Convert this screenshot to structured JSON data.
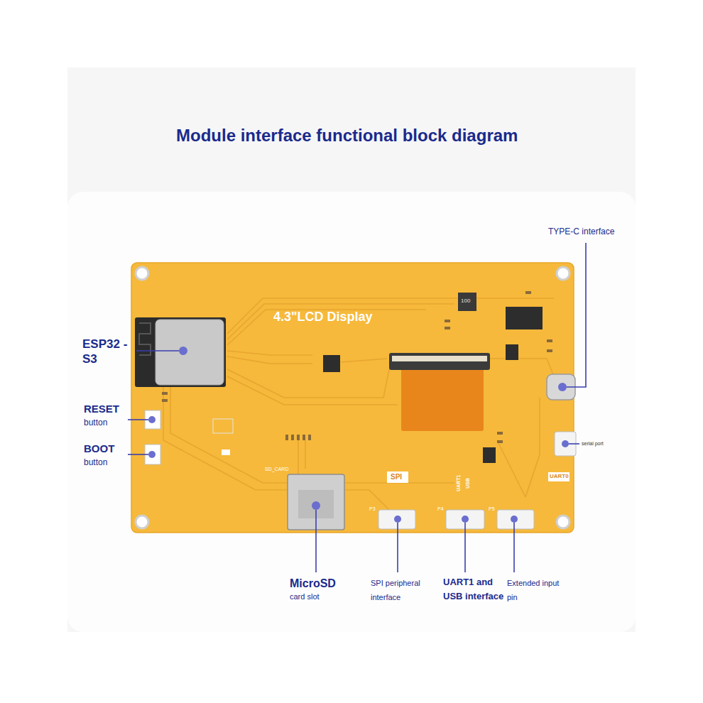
{
  "diagram": {
    "title": "Module interface functional block diagram",
    "labels": [
      "ESP32 -S3",
      "RESET",
      "button",
      "BOOT",
      "button",
      "TYPE-C interface",
      "serial port",
      "MicroSD",
      "card slot",
      "SPI peripheral interface",
      "UART1 and USB interface",
      "Extended input pin",
      "4.3\"LCD Display",
      "SPI",
      "UART1",
      "USB",
      "UART0",
      "P3",
      "P4",
      "P5",
      "SD_CARD",
      "100"
    ]
  }
}
